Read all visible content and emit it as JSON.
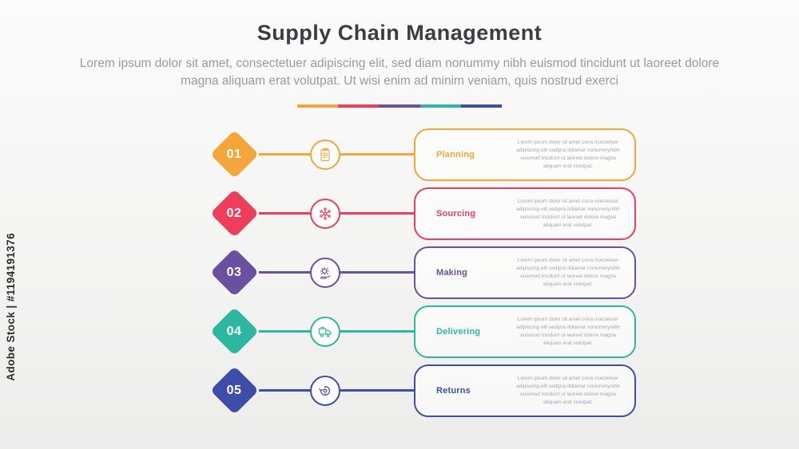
{
  "watermark": {
    "side_text": "Adobe Stock | #1194191376"
  },
  "header": {
    "title": "Supply Chain Management",
    "subtitle": "Lorem ipsum dolor sit amet, consectetuer adipiscing elit, sed diam nonummy nibh euismod tincidunt ut laoreet dolore magna aliquam erat volutpat. Ut wisi enim ad minim veniam, quis nostrud exerci"
  },
  "divider_colors": [
    "#F4A63A",
    "#ED3E5B",
    "#6B4FA1",
    "#2EB7A0",
    "#3D4DA8"
  ],
  "steps": [
    {
      "number": "01",
      "label": "Planning",
      "color": "#F4A63A",
      "icon": "clipboard-icon",
      "body": "Lorem ipsum dolor sit amet cona nsectetuer adipiscing elit sedipra itdiamar nonummynibh euismod tncidunt ut laoreet dolore magna aliquam erat volutpat."
    },
    {
      "number": "02",
      "label": "Sourcing",
      "color": "#ED3E5B",
      "icon": "network-icon",
      "body": "Lorem ipsum dolor sit amet cona nsectetuer adipiscing elit sedipra itdiamar nonummynibh euismod tncidunt ut laoreet dolore magna aliquam erat volutpat."
    },
    {
      "number": "03",
      "label": "Making",
      "color": "#6B4FA1",
      "icon": "gear-hand-icon",
      "body": "Lorem ipsum dolor sit amet cona nsectetuer adipiscing elit sedipra itdiamar nonummynibh euismod tncidunt ut laoreet dolore magna aliquam erat volutpat."
    },
    {
      "number": "04",
      "label": "Delivering",
      "color": "#2EB7A0",
      "icon": "truck-icon",
      "body": "Lorem ipsum dolor sit amet cona nsectetuer adipiscing elit sedipra itdiamar nonummynibh euismod tncidunt ut laoreet dolore magna aliquam erat volutpat."
    },
    {
      "number": "05",
      "label": "Returns",
      "color": "#3D4DA8",
      "icon": "gear-refresh-icon",
      "body": "Lorem ipsum dolor sit amet cona nsectetuer adipiscing elit sedipra itdiamar nonummynibh euismod tncidunt ut laoreet dolore magna aliquam erat volutpat."
    }
  ]
}
